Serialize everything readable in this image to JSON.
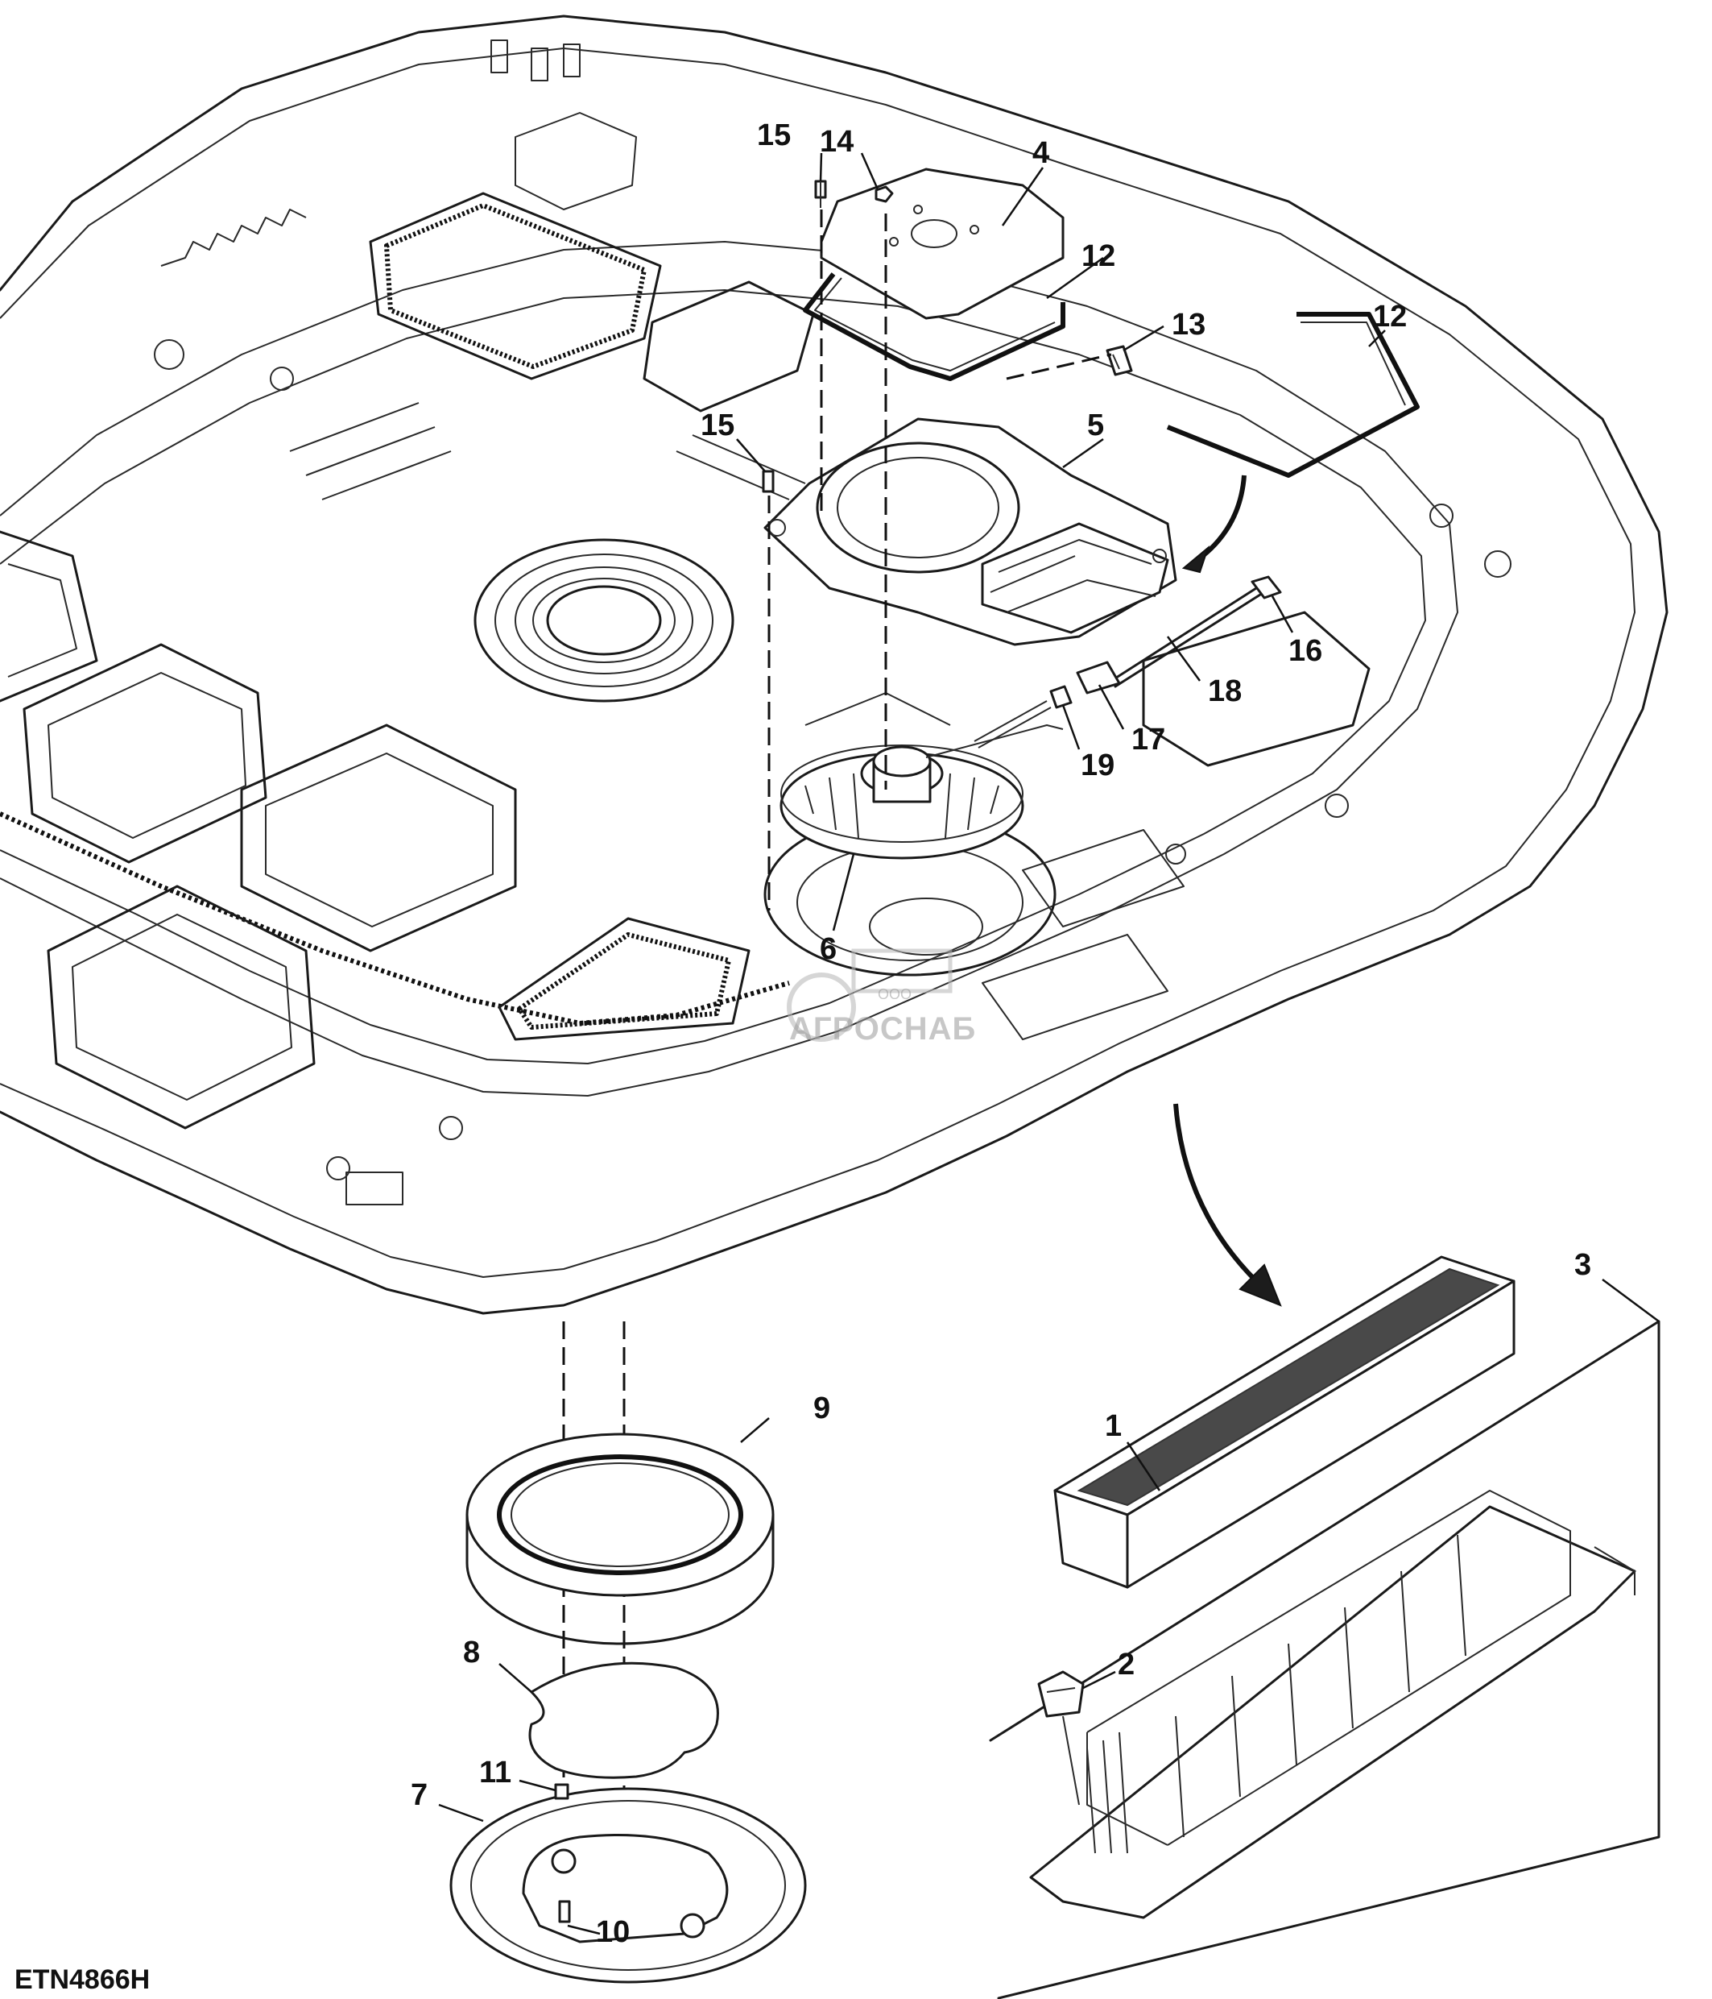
{
  "figure_id": "ETN4866H",
  "watermark": {
    "text": "АГРОСНАБ",
    "prefix": "ООО"
  },
  "callouts": [
    {
      "id": "c1",
      "label": "1"
    },
    {
      "id": "c2",
      "label": "2"
    },
    {
      "id": "c3",
      "label": "3"
    },
    {
      "id": "c4",
      "label": "4"
    },
    {
      "id": "c5",
      "label": "5"
    },
    {
      "id": "c6",
      "label": "6"
    },
    {
      "id": "c7",
      "label": "7"
    },
    {
      "id": "c8",
      "label": "8"
    },
    {
      "id": "c9",
      "label": "9"
    },
    {
      "id": "c10",
      "label": "10"
    },
    {
      "id": "c11",
      "label": "11"
    },
    {
      "id": "c12a",
      "label": "12"
    },
    {
      "id": "c12b",
      "label": "12"
    },
    {
      "id": "c13",
      "label": "13"
    },
    {
      "id": "c14",
      "label": "14"
    },
    {
      "id": "c15a",
      "label": "15"
    },
    {
      "id": "c15b",
      "label": "15"
    },
    {
      "id": "c16",
      "label": "16"
    },
    {
      "id": "c17",
      "label": "17"
    },
    {
      "id": "c18",
      "label": "18"
    },
    {
      "id": "c19",
      "label": "19"
    }
  ]
}
